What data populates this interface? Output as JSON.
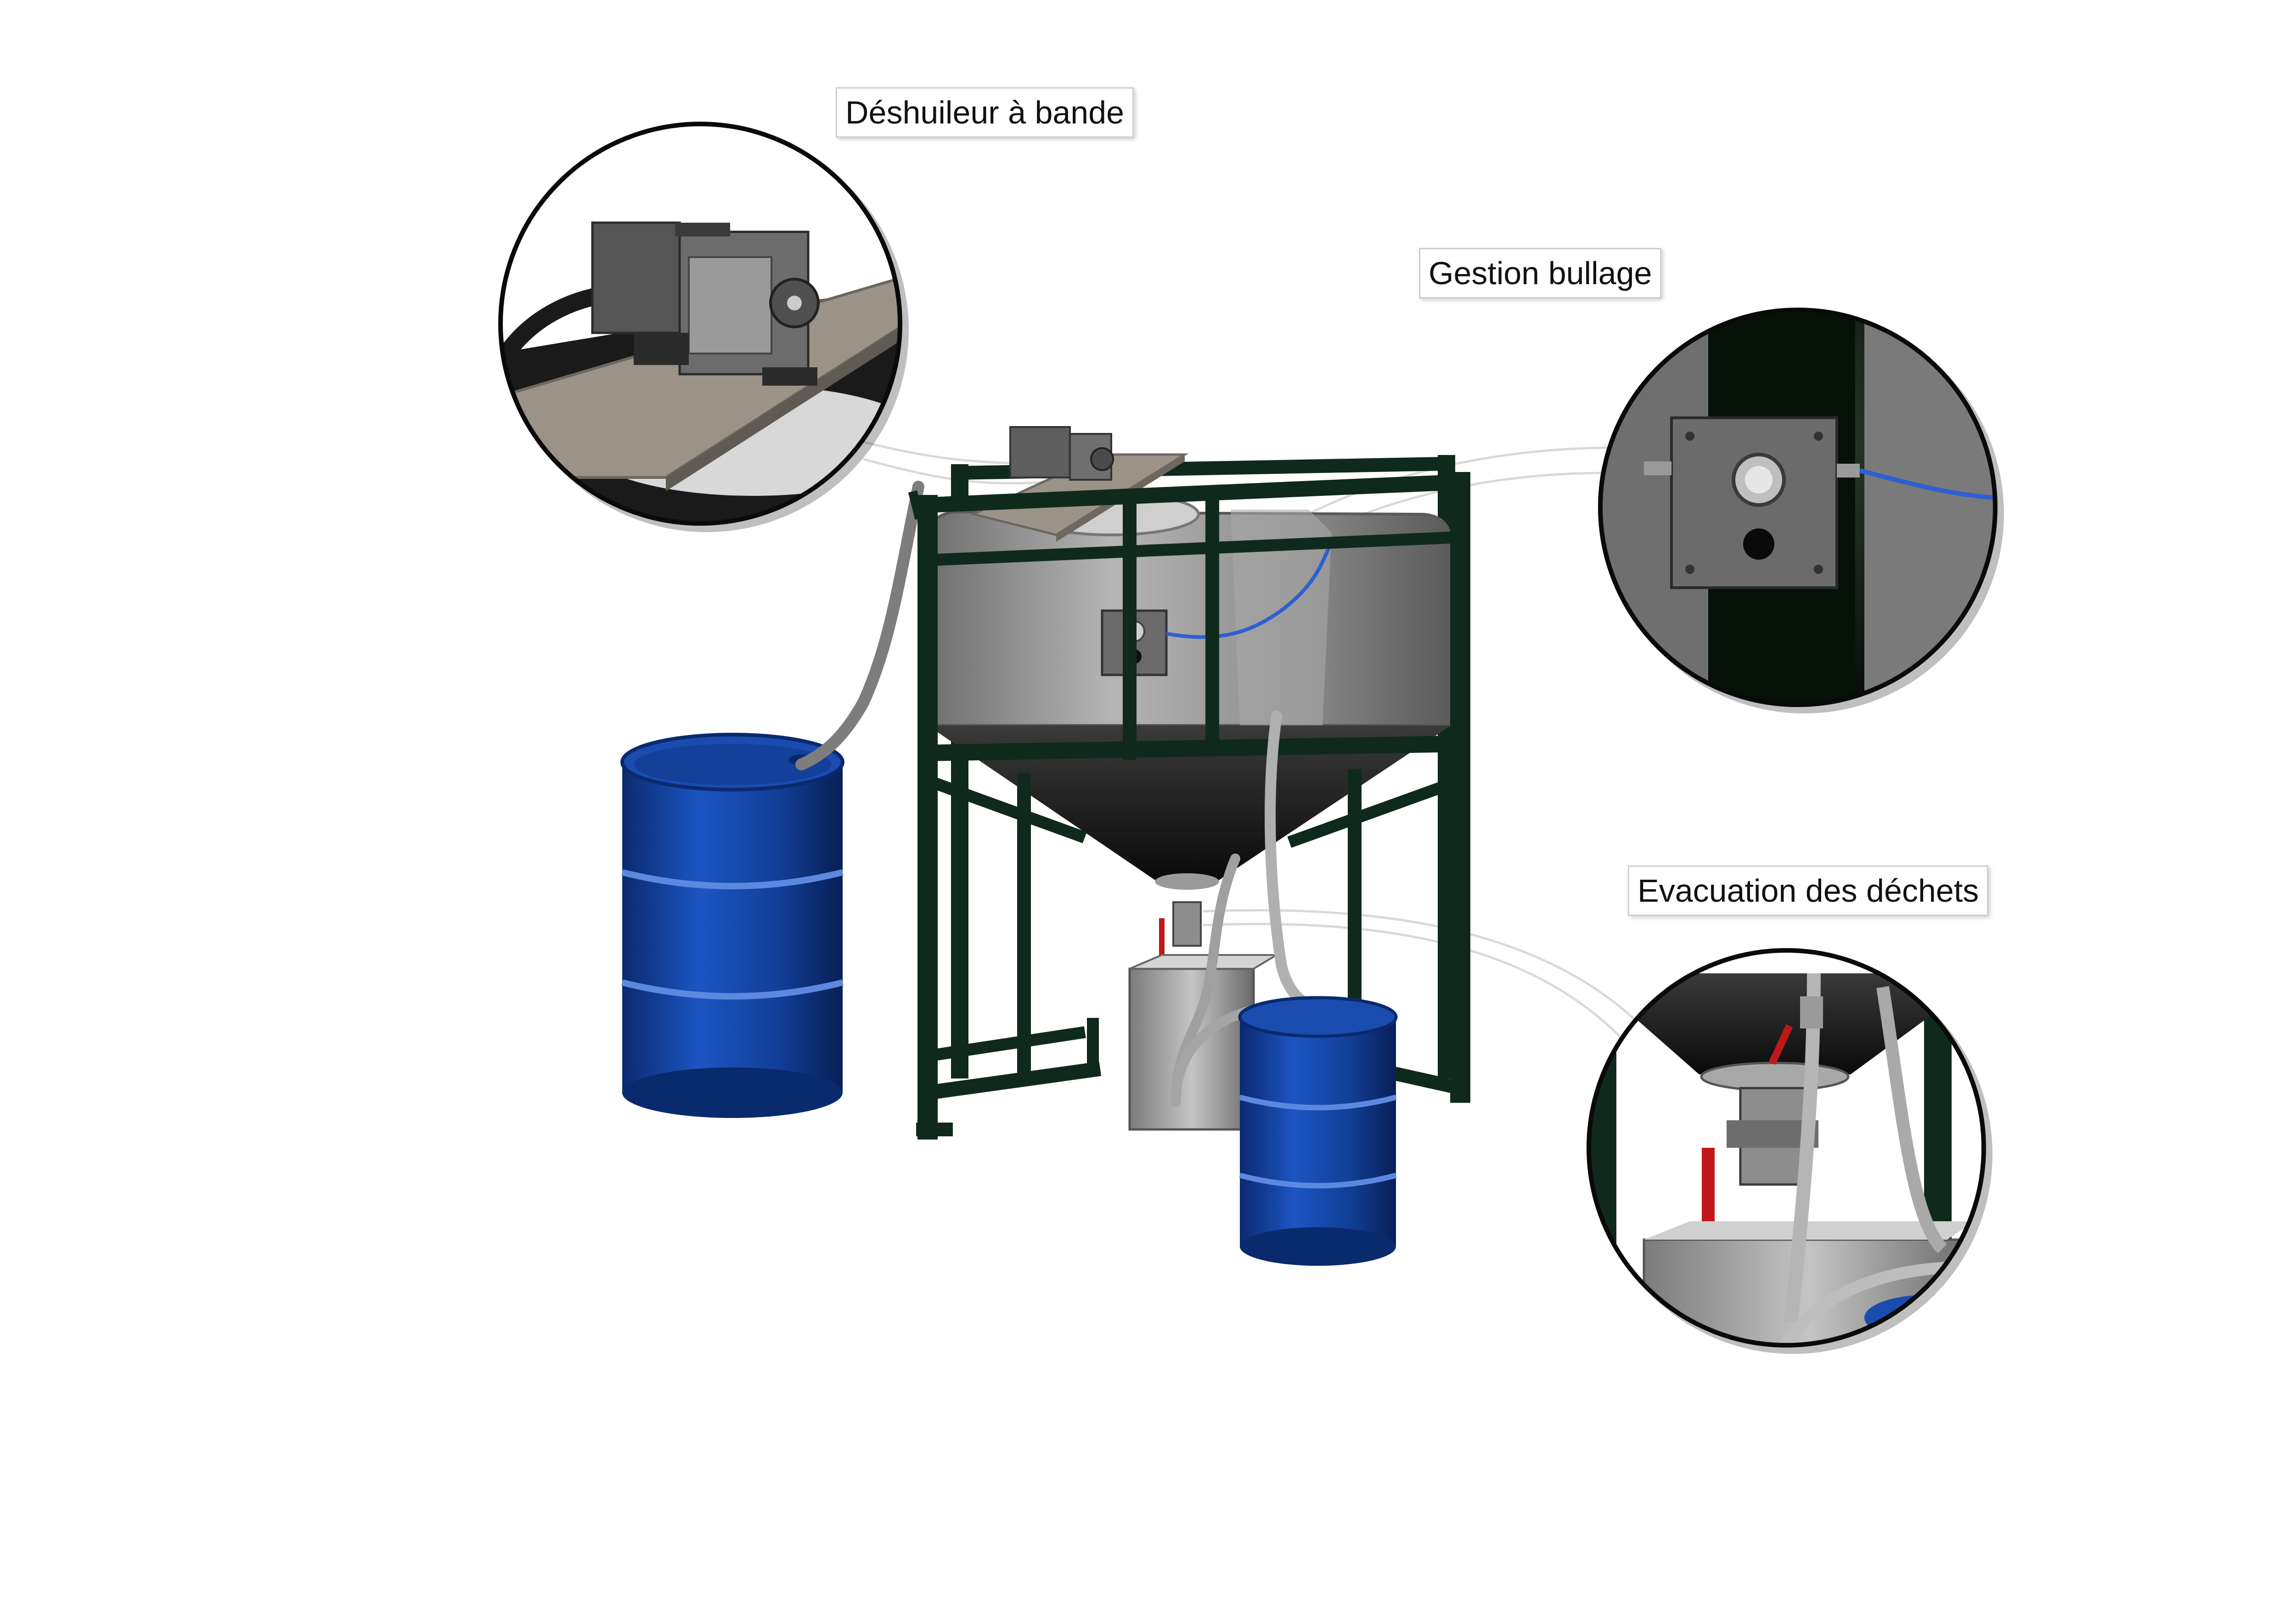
{
  "callouts": {
    "skimmer": {
      "label": "Déshuileur à bande"
    },
    "bubbling": {
      "label": "Gestion bullage"
    },
    "waste": {
      "label": "Evacuation des déchets"
    }
  },
  "colors": {
    "frame": "#0f2a1c",
    "tank": "#8a8a8a",
    "drum": "#0f3f9a",
    "hose": "#9a9a9a",
    "air_line": "#2f5fd0",
    "valve_handle": "#c01818"
  }
}
